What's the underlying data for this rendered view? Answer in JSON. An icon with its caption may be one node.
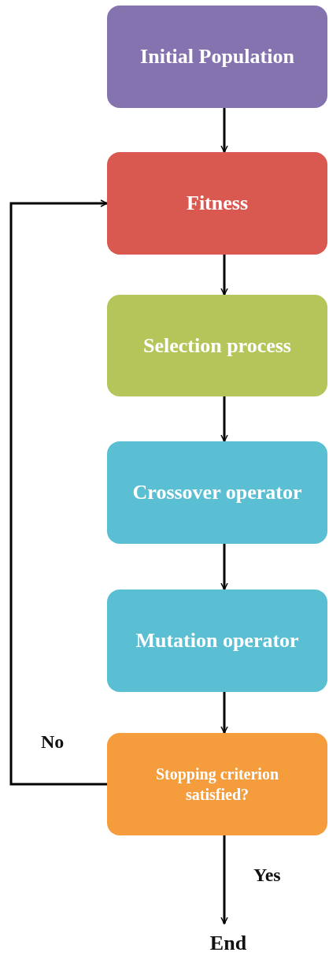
{
  "diagram": {
    "nodes": [
      {
        "text": [
          "Initial Population"
        ]
      },
      {
        "text": [
          "Fitness"
        ]
      },
      {
        "text": [
          "Selection process"
        ]
      },
      {
        "text": [
          "Crossover operator"
        ]
      },
      {
        "text": [
          "Mutation operator"
        ]
      },
      {
        "text": [
          "Stopping criterion satisfied?"
        ]
      },
      {
        "text": [
          "End"
        ]
      }
    ],
    "edges": [
      {
        "from": 0,
        "to": 1,
        "arrow": "to"
      },
      {
        "from": 1,
        "to": 2,
        "arrow": "to"
      },
      {
        "from": 2,
        "to": 3,
        "arrow": "to"
      },
      {
        "from": 3,
        "to": 4,
        "arrow": "to"
      },
      {
        "from": 4,
        "to": 5,
        "arrow": "to"
      },
      {
        "from": 5,
        "to": 1,
        "label": "No",
        "arrow": "to"
      },
      {
        "from": 5,
        "to": 6,
        "label": "Yes",
        "arrow": "to"
      }
    ]
  }
}
